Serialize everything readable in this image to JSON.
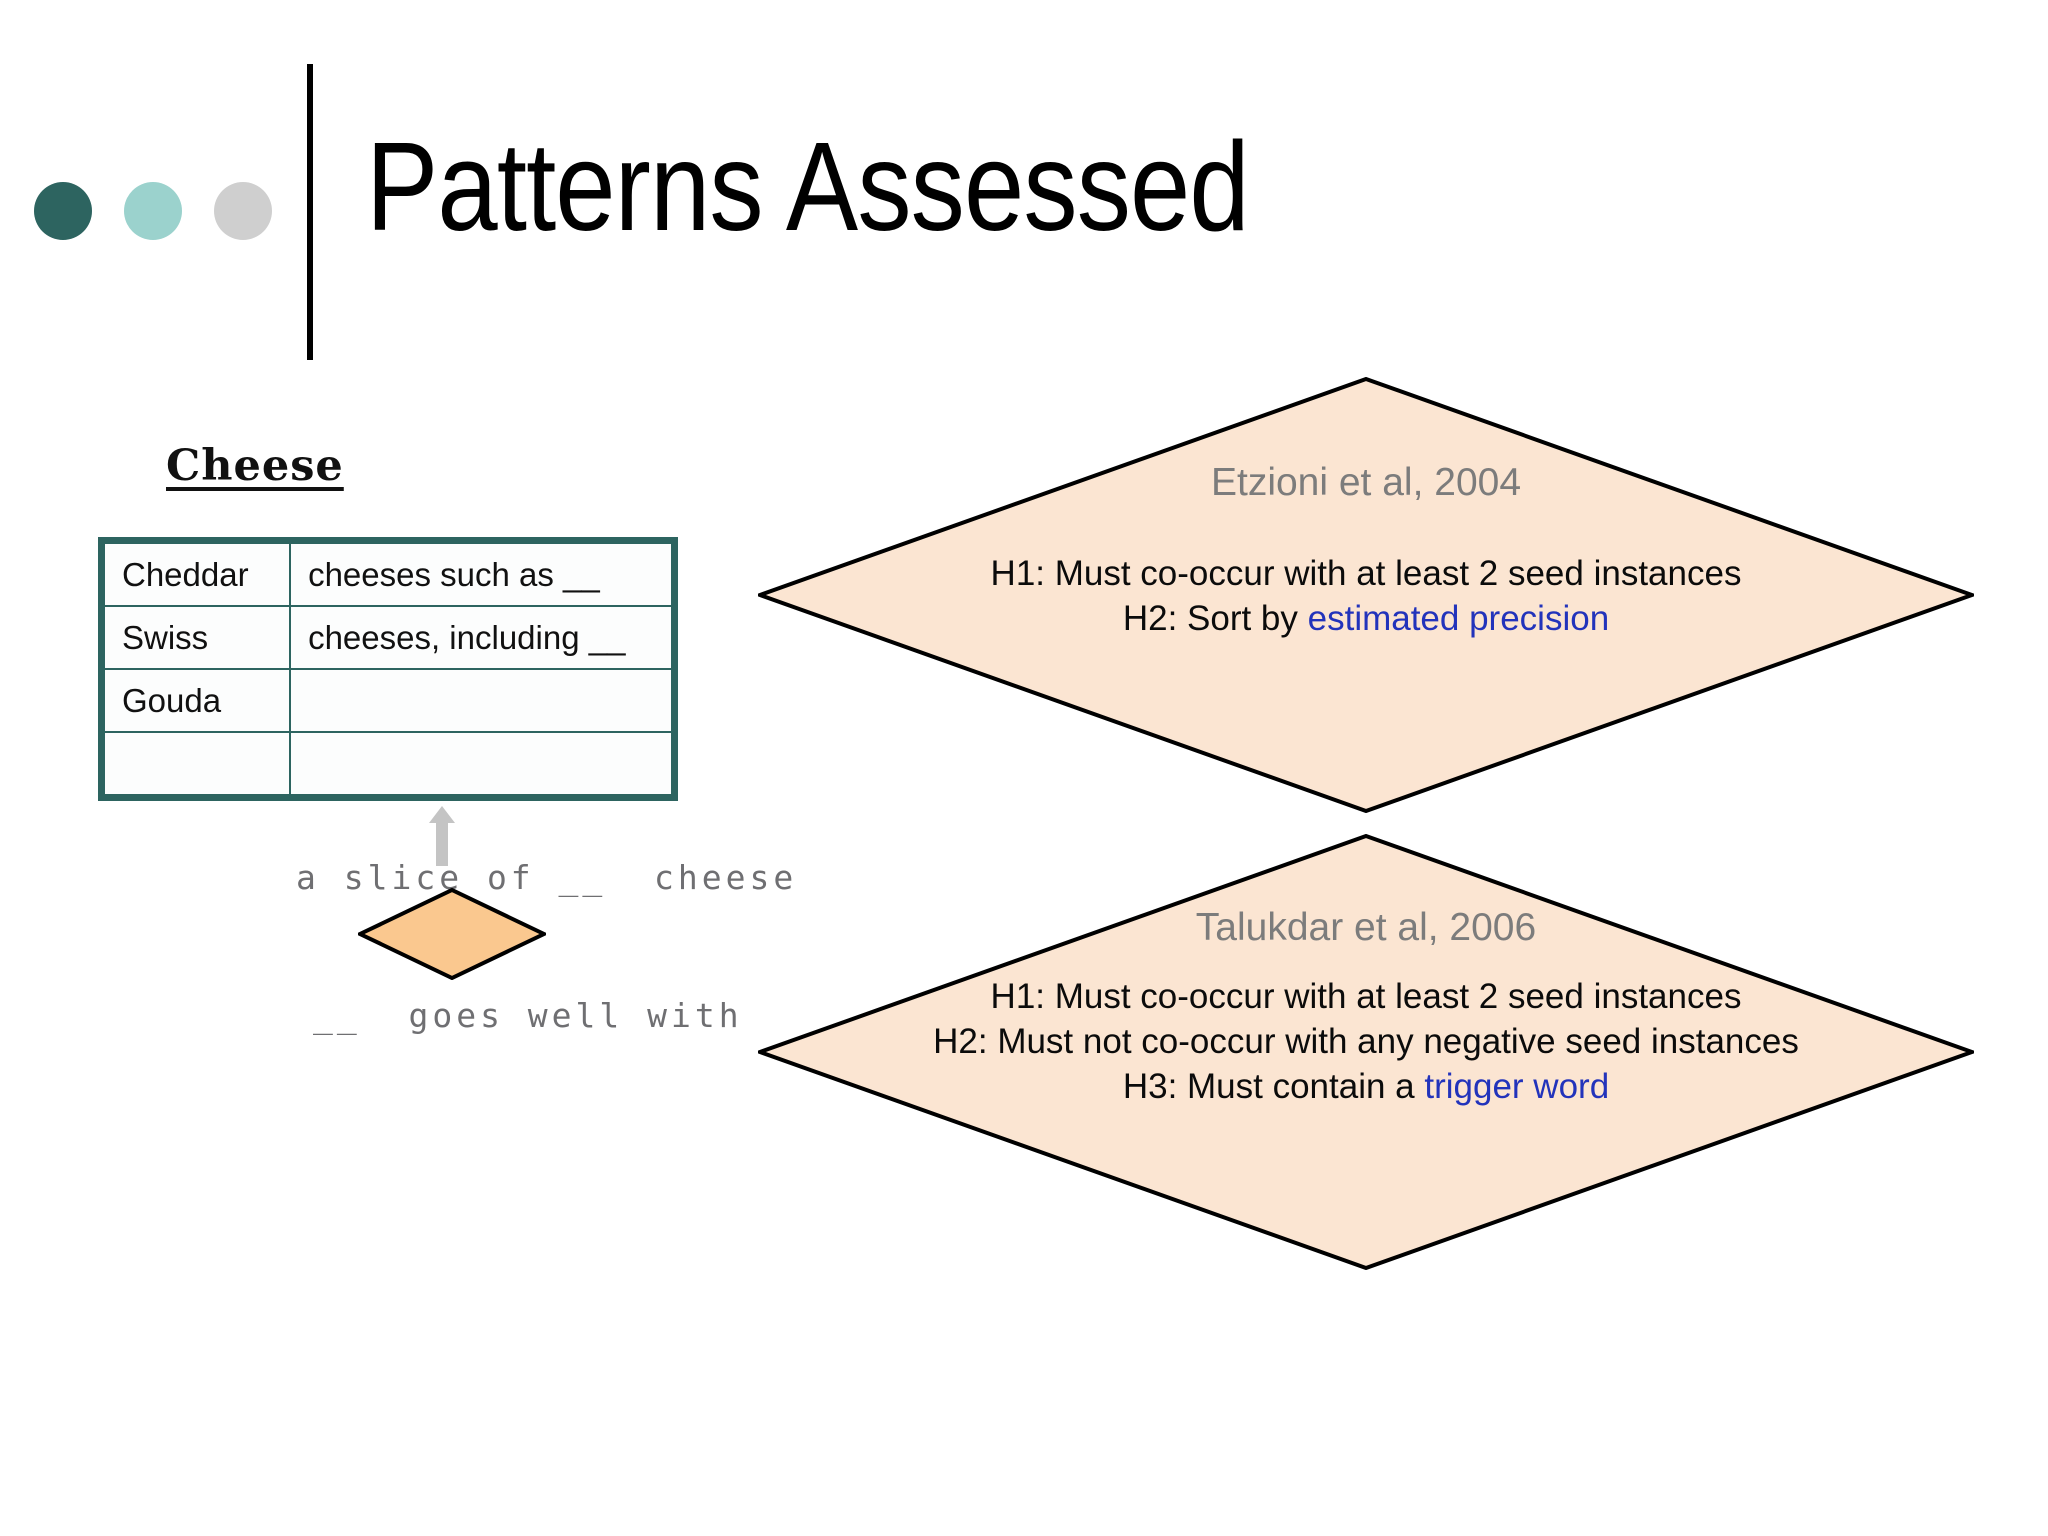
{
  "slide": {
    "title": "Patterns Assessed",
    "background_color": "#ffffff"
  },
  "header": {
    "dots": [
      {
        "name": "dot-dark-teal",
        "color": "#2d6460"
      },
      {
        "name": "dot-light-teal",
        "color": "#9bd2cd"
      },
      {
        "name": "dot-gray",
        "color": "#cfcfcf"
      }
    ],
    "divider_color": "#000000"
  },
  "cheese_panel": {
    "heading": "Cheese",
    "table": {
      "border_color": "#2d6460",
      "rows": [
        {
          "instance": "Cheddar",
          "pattern": "cheeses such as __"
        },
        {
          "instance": "Swiss",
          "pattern": "cheeses, including __"
        },
        {
          "instance": "Gouda",
          "pattern": ""
        },
        {
          "instance": "",
          "pattern": ""
        }
      ]
    },
    "arrow_color": "#c4c4c4",
    "candidate_pattern_top": "a slice of __  cheese",
    "candidate_pattern_bottom": "__  goes well with",
    "small_diamond": {
      "fill": "#fac88f",
      "stroke": "#000000"
    }
  },
  "diamonds": [
    {
      "name": "etzioni",
      "citation": "Etzioni et al, 2004",
      "fill": "#fbe5d2",
      "stroke": "#000000",
      "rules": [
        {
          "prefix": "H1: Must co-occur with at least 2 seed instances",
          "highlight": ""
        },
        {
          "prefix": "H2: Sort by ",
          "highlight": "estimated precision"
        }
      ]
    },
    {
      "name": "talukdar",
      "citation": "Talukdar et al, 2006",
      "fill": "#fbe5d2",
      "stroke": "#000000",
      "rules": [
        {
          "prefix": "H1: Must co-occur with at least 2 seed instances",
          "highlight": ""
        },
        {
          "prefix": "H2: Must not co-occur with any negative seed instances",
          "highlight": ""
        },
        {
          "prefix": "H3: Must contain a ",
          "highlight": "trigger word"
        }
      ]
    }
  ],
  "colors": {
    "accent_teal": "#2d6460",
    "peach_fill": "#fbe5d2",
    "orange_fill": "#fac88f",
    "highlight_blue": "#2233bb",
    "citation_gray": "#7c7c7c",
    "mono_gray": "#6f6f72"
  }
}
